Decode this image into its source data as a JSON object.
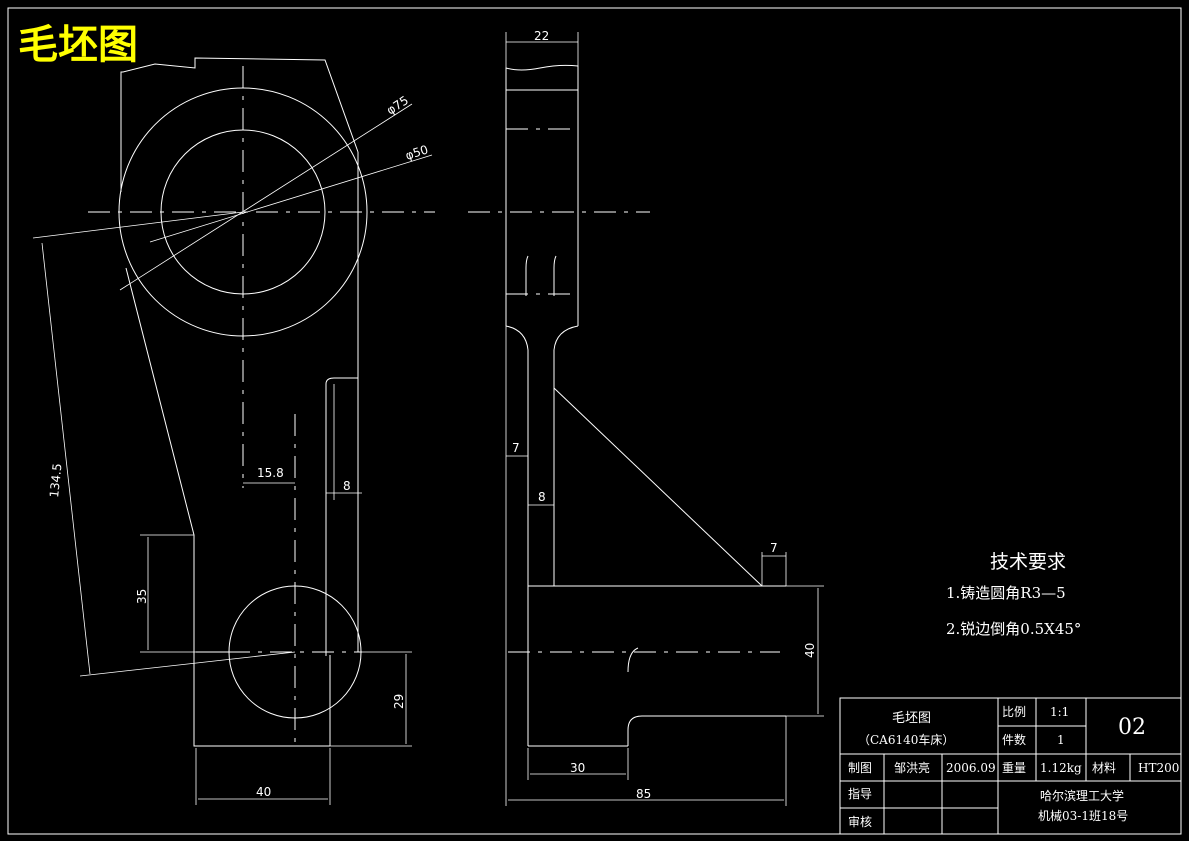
{
  "drawing": {
    "title": "毛坯图",
    "colors": {
      "background": "#000000",
      "lines": "#ffffff",
      "title": "#ffff00"
    }
  },
  "dimensions": {
    "phi75": "φ75",
    "phi50": "φ50",
    "d134_5": "134.5",
    "d15_8": "15.8",
    "d8_front": "8",
    "d35": "35",
    "d29": "29",
    "d40_front": "40",
    "d22": "22",
    "d7_left": "7",
    "d8_side": "8",
    "d7_right": "7",
    "d40_side": "40",
    "d30": "30",
    "d85": "85"
  },
  "tech_requirements": {
    "title": "技术要求",
    "item1": "1.铸造圆角R3—5",
    "item2": "2.锐边倒角0.5X45°"
  },
  "title_block": {
    "part_name": "毛坯图",
    "subtitle": "（CA6140车床）",
    "scale_label": "比例",
    "scale_value": "1:1",
    "qty_label": "件数",
    "qty_value": "1",
    "drawing_no": "02",
    "drawn_label": "制图",
    "drawn_by": "邹洪亮",
    "date": "2006.09",
    "weight_label": "重量",
    "weight_value": "1.12kg",
    "material_label": "材料",
    "material_value": "HT200",
    "guide_label": "指导",
    "review_label": "审核",
    "school": "哈尔滨理工大学",
    "class_info": "机械03-1班18号"
  }
}
